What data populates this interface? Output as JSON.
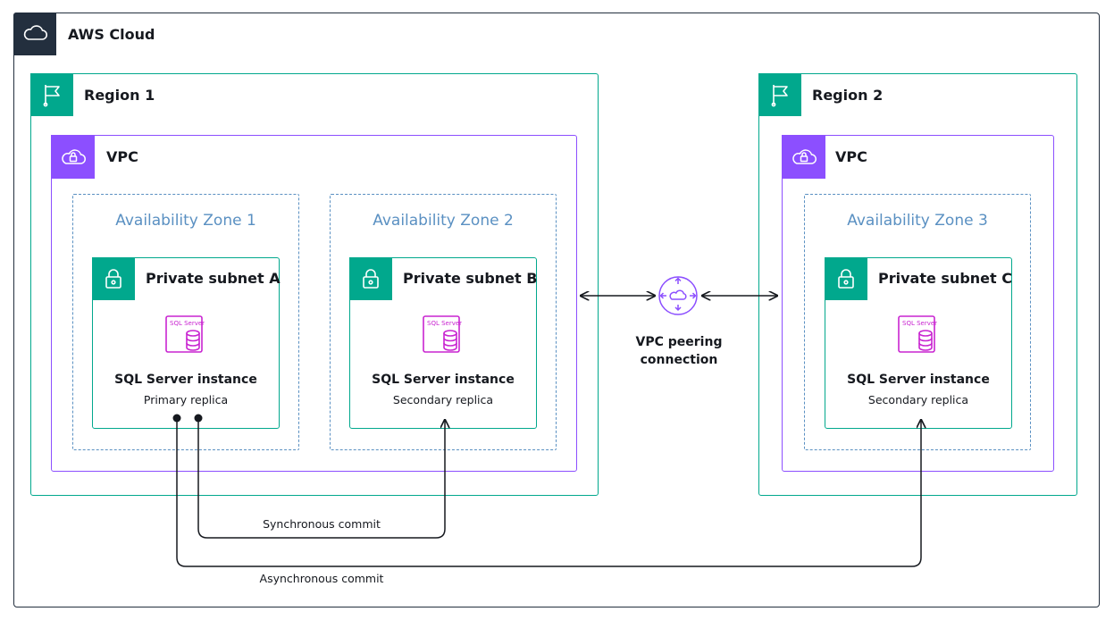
{
  "cloud": {
    "label": "AWS Cloud"
  },
  "regions": [
    {
      "label": "Region 1",
      "vpc_label": "VPC"
    },
    {
      "label": "Region 2",
      "vpc_label": "VPC"
    }
  ],
  "zones": [
    {
      "label": "Availability Zone 1",
      "subnet": "Private subnet A",
      "instance": "SQL Server instance",
      "role": "Primary replica",
      "db_label": "SQL Server"
    },
    {
      "label": "Availability Zone 2",
      "subnet": "Private subnet B",
      "instance": "SQL Server instance",
      "role": "Secondary replica",
      "db_label": "SQL Server"
    },
    {
      "label": "Availability Zone 3",
      "subnet": "Private subnet C",
      "instance": "SQL Server instance",
      "role": "Secondary replica",
      "db_label": "SQL Server"
    }
  ],
  "peering": {
    "line1": "VPC peering",
    "line2": "connection"
  },
  "links": {
    "sync": "Synchronous commit",
    "async": "Asynchronous commit"
  },
  "colors": {
    "cloud": "#232f3e",
    "region": "#01a88d",
    "vpc": "#8c4fff",
    "az": "#5a90c2",
    "db": "#c925d1"
  }
}
